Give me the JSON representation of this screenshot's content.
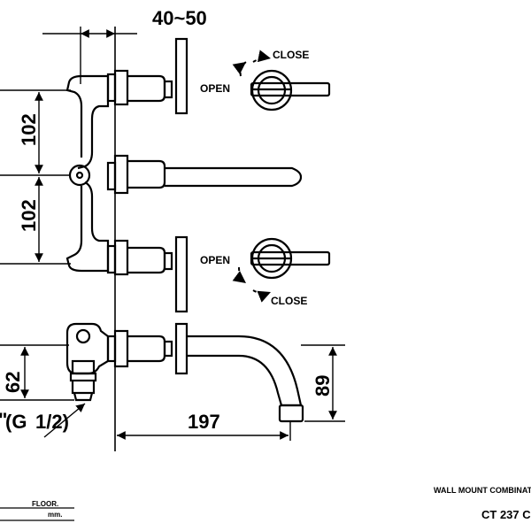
{
  "dimensions": {
    "wall_depth": "40~50",
    "spacing_upper": "102",
    "spacing_lower": "102",
    "inlet_height": "62",
    "spout_height": "89",
    "spout_reach": "197",
    "thread": "(G",
    "thread_fraction": "1/2)",
    "thread_mark": "\""
  },
  "labels": {
    "close_top": "CLOSE",
    "open_top": "OPEN",
    "open_bottom": "OPEN",
    "close_bottom": "CLOSE",
    "floor": "FLOOR.",
    "unit": "mm."
  },
  "title_block": {
    "description": "WALL MOUNT COMBINAT",
    "model": "CT 237 C"
  }
}
